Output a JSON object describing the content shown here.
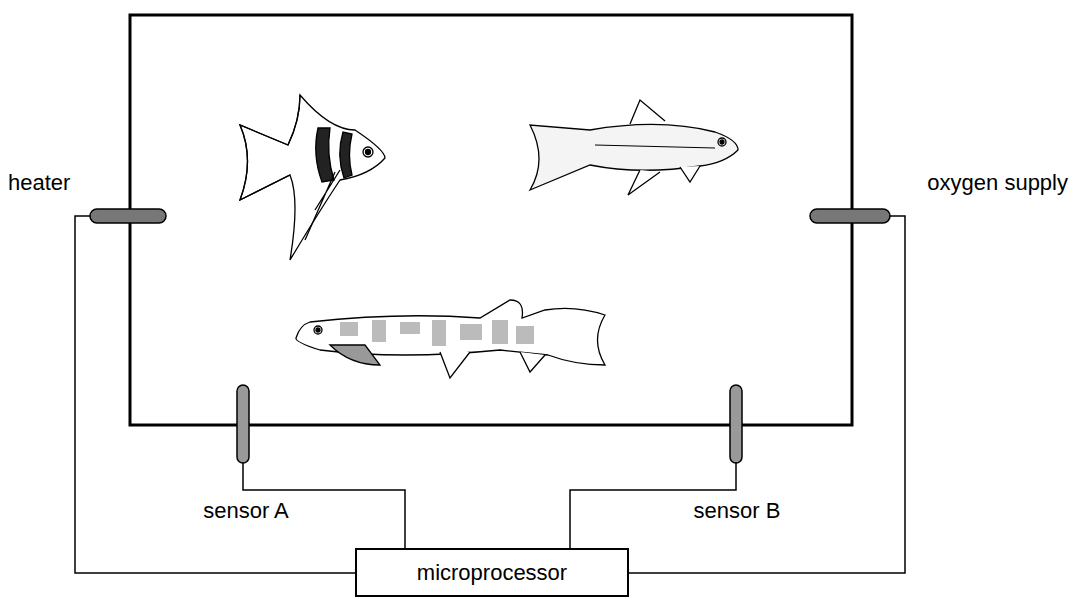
{
  "diagram": {
    "nodes": [
      {
        "text": [
          "microprocessor"
        ]
      }
    ],
    "labels": [
      "heater",
      "oxygen supply",
      "sensor A",
      "sensor B"
    ]
  }
}
